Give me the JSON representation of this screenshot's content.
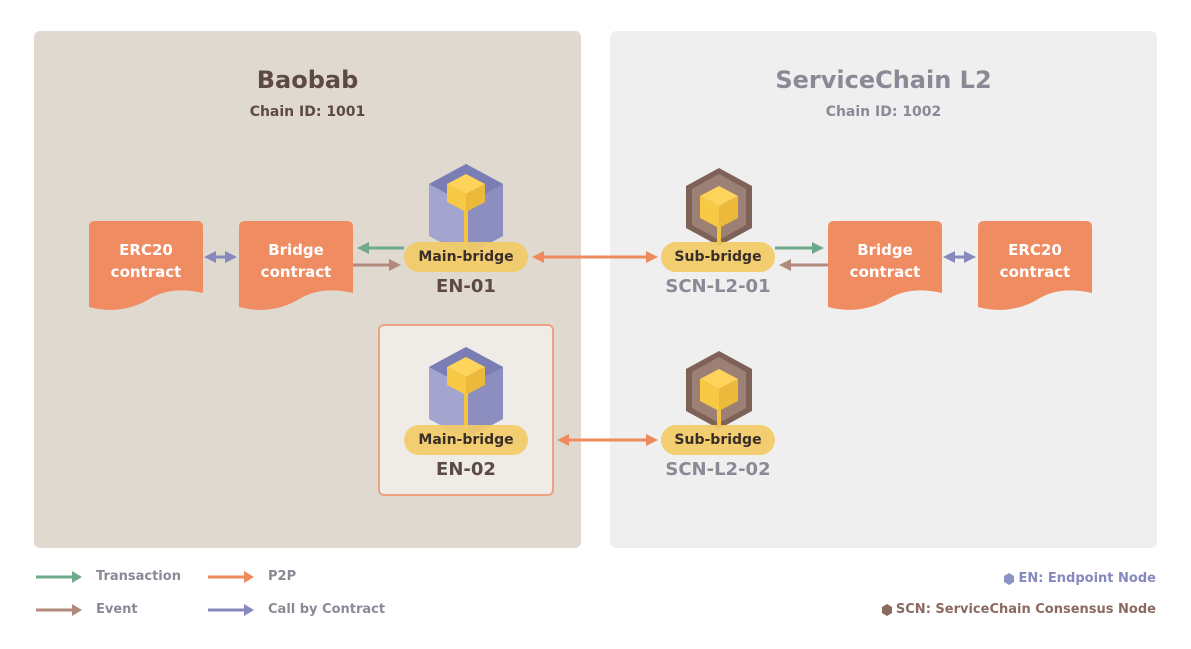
{
  "panels": {
    "left": {
      "title": "Baobab",
      "subtitle": "Chain ID: 1001"
    },
    "right": {
      "title": "ServiceChain L2",
      "subtitle": "Chain ID: 1002"
    }
  },
  "contracts": {
    "left_erc20": {
      "line1": "ERC20",
      "line2": "contract"
    },
    "left_bridge": {
      "line1": "Bridge",
      "line2": "contract"
    },
    "right_bridge": {
      "line1": "Bridge",
      "line2": "contract"
    },
    "right_erc20": {
      "line1": "ERC20",
      "line2": "contract"
    }
  },
  "nodes": {
    "en01": {
      "bridge": "Main-bridge",
      "name": "EN-01",
      "icon": "endpoint-node-cube-icon"
    },
    "en02": {
      "bridge": "Main-bridge",
      "name": "EN-02",
      "icon": "endpoint-node-cube-icon"
    },
    "scn01": {
      "bridge": "Sub-bridge",
      "name": "SCN-L2-01",
      "icon": "consensus-node-hex-icon"
    },
    "scn02": {
      "bridge": "Sub-bridge",
      "name": "SCN-L2-02",
      "icon": "consensus-node-hex-icon"
    }
  },
  "legend": {
    "transaction": "Transaction",
    "p2p": "P2P",
    "event": "Event",
    "call": "Call by Contract",
    "en_key": "EN: Endpoint Node",
    "scn_key": "SCN: ServiceChain Consensus Node"
  },
  "colors": {
    "transaction": "#6daa8c",
    "p2p": "#ee8a5e",
    "event": "#b28a7c",
    "call": "#8589bd",
    "contract": "#ef8c62",
    "pill": "#f2cb66",
    "en": "#8f92c4",
    "scn": "#8a6a60"
  }
}
